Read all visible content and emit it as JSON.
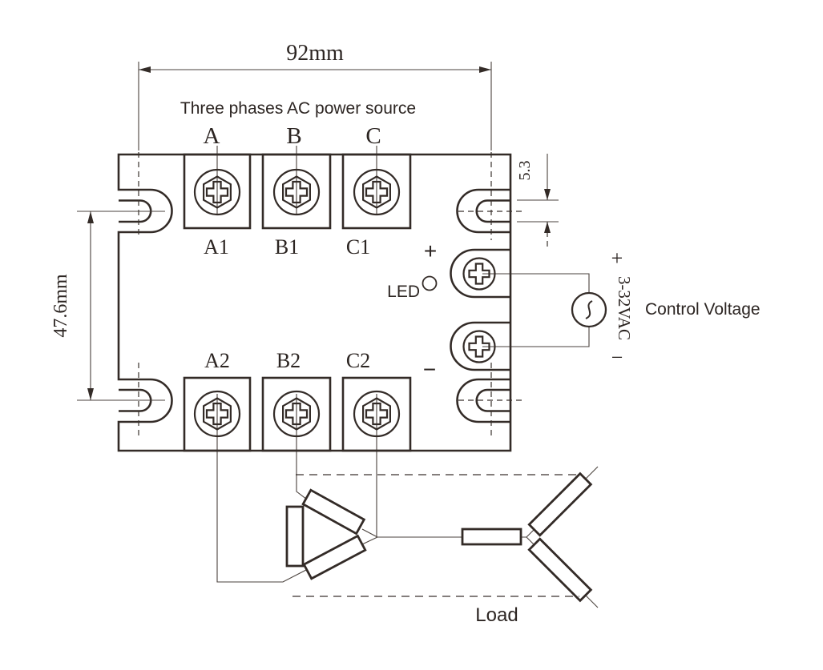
{
  "diagram": {
    "dimensions": {
      "width": "92mm",
      "height": "47.6mm",
      "slot_width": "5.3"
    },
    "power": {
      "title": "Three phases AC power source",
      "phases": [
        "A",
        "B",
        "C"
      ],
      "input_terminals": [
        "A1",
        "B1",
        "C1"
      ],
      "output_terminals": [
        "A2",
        "B2",
        "C2"
      ]
    },
    "control": {
      "plus": "+",
      "minus": "−",
      "led": "LED",
      "source_plus": "+",
      "source_minus": "−",
      "range": "3-32VAC",
      "label": "Control Voltage"
    },
    "load": {
      "label": "Load"
    },
    "colors": {
      "line": "#332b27",
      "background": "#ffffff"
    }
  }
}
